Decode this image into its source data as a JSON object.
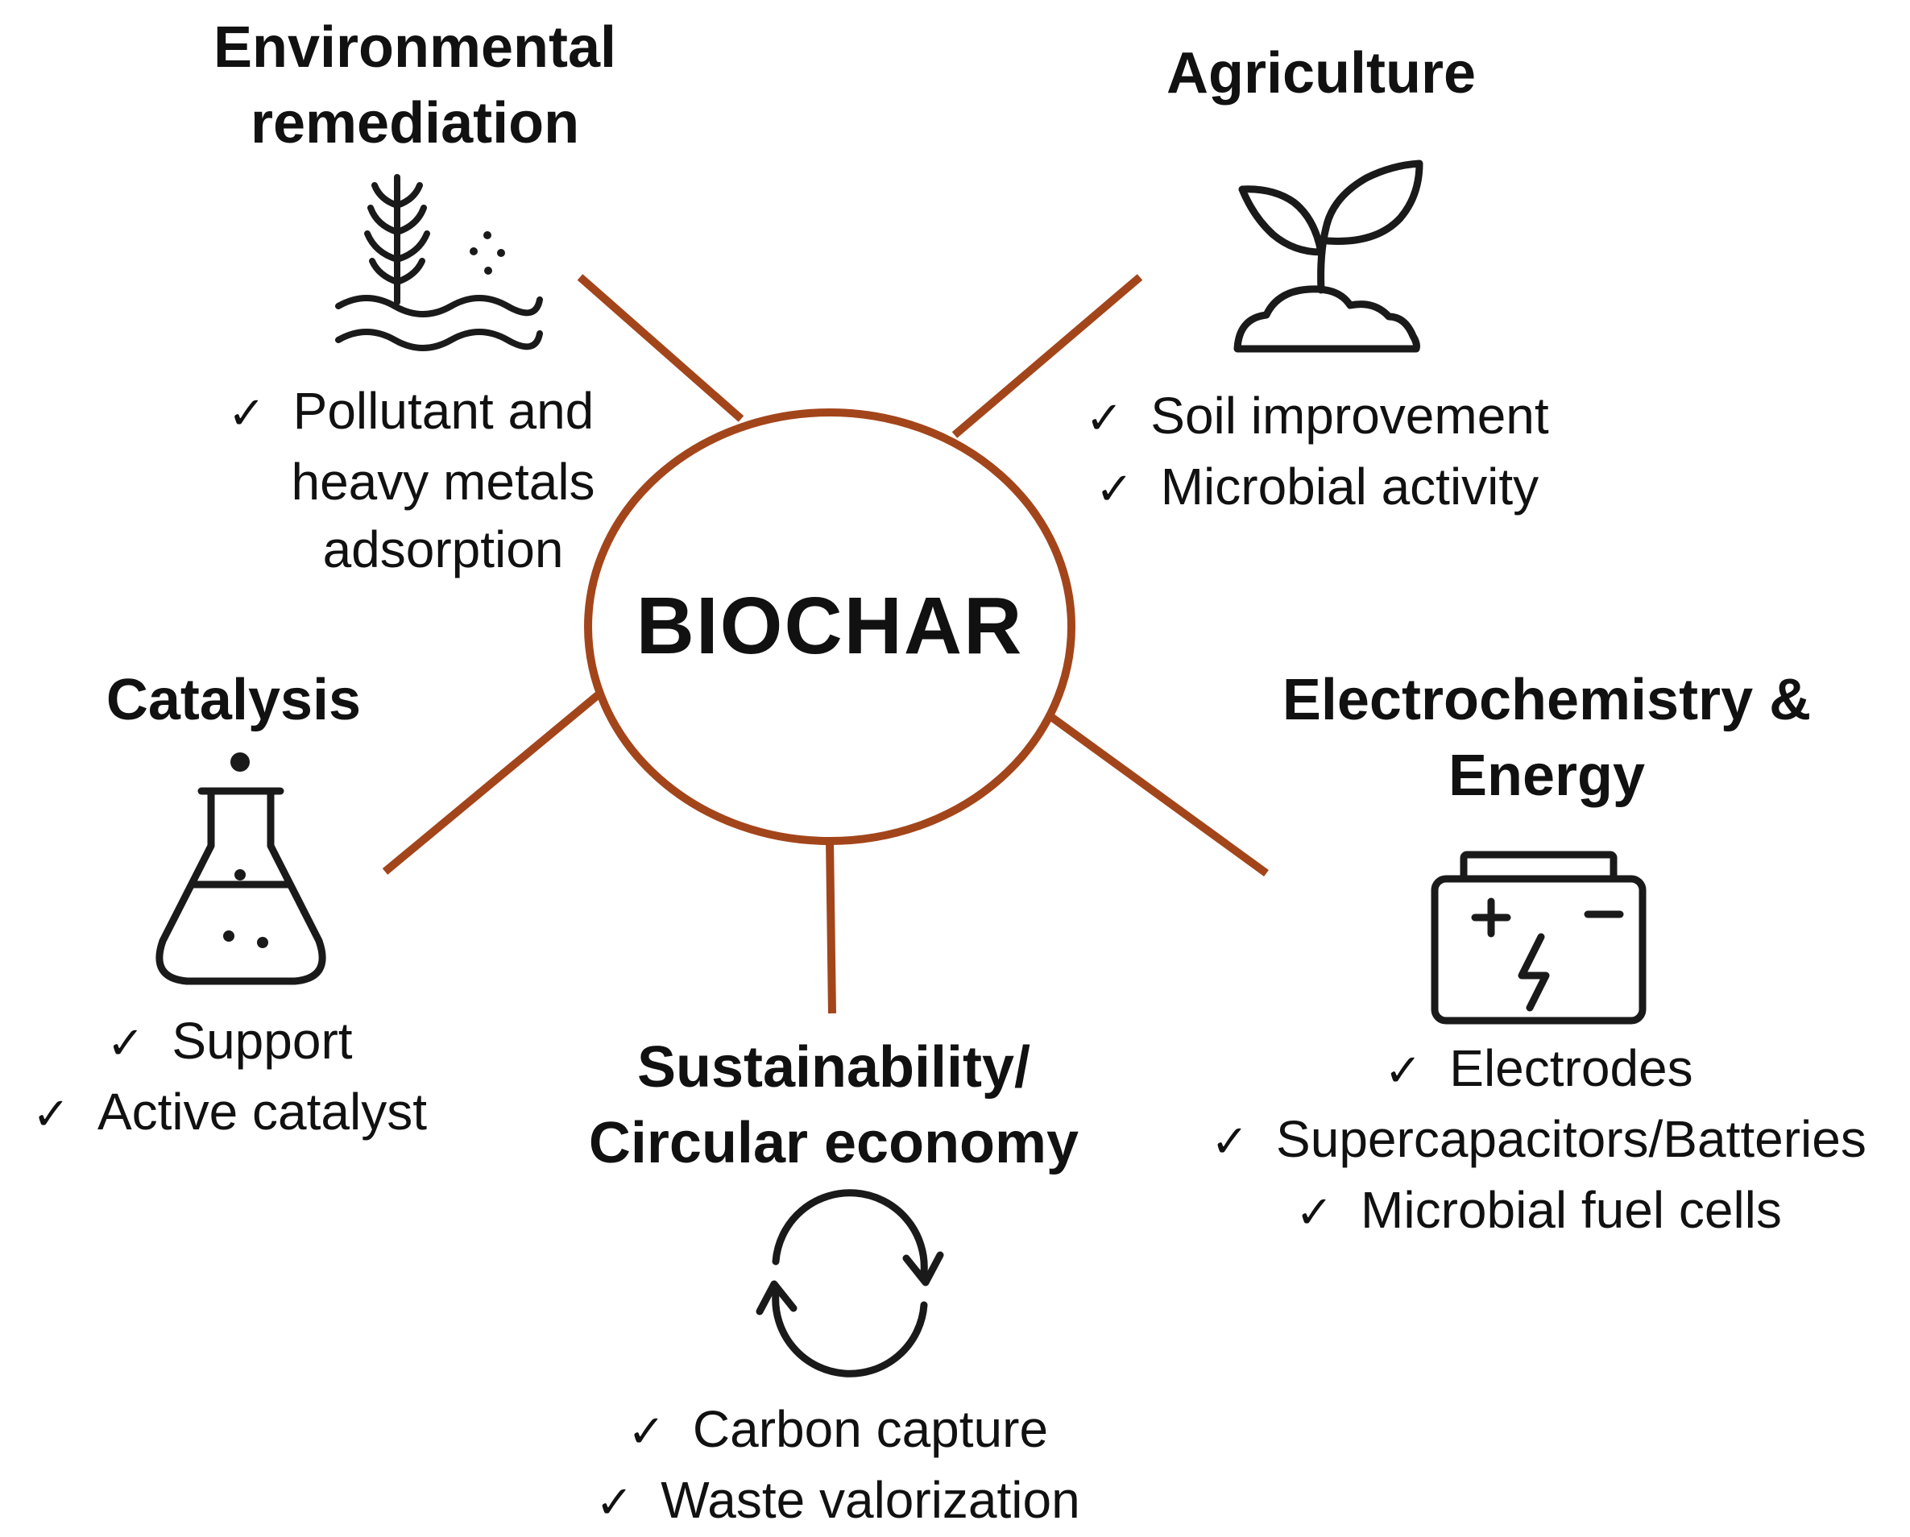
{
  "center": {
    "label": "BIOCHAR"
  },
  "check_symbol": "✓",
  "colors": {
    "connector": "#a3451b",
    "text": "#111111",
    "icon": "#1a1a1a"
  },
  "categories": [
    {
      "id": "environmental",
      "title_lines": [
        "Environmental",
        "remediation"
      ],
      "icon": "wetland-plant-icon",
      "items": [
        {
          "lines": [
            "Pollutant and",
            "heavy metals",
            "adsorption"
          ]
        }
      ]
    },
    {
      "id": "agriculture",
      "title_lines": [
        "Agriculture"
      ],
      "icon": "sprout-icon",
      "items": [
        {
          "lines": [
            "Soil improvement"
          ]
        },
        {
          "lines": [
            "Microbial activity"
          ]
        }
      ]
    },
    {
      "id": "catalysis",
      "title_lines": [
        "Catalysis"
      ],
      "icon": "flask-icon",
      "items": [
        {
          "lines": [
            "Support"
          ]
        },
        {
          "lines": [
            "Active catalyst"
          ]
        }
      ]
    },
    {
      "id": "electrochemistry",
      "title_lines": [
        "Electrochemistry &",
        "Energy"
      ],
      "icon": "battery-icon",
      "items": [
        {
          "lines": [
            "Electrodes"
          ]
        },
        {
          "lines": [
            "Supercapacitors/Batteries"
          ]
        },
        {
          "lines": [
            "Microbial fuel cells"
          ]
        }
      ]
    },
    {
      "id": "sustainability",
      "title_lines": [
        "Sustainability/",
        "Circular economy"
      ],
      "icon": "recycle-arrows-icon",
      "items": [
        {
          "lines": [
            "Carbon capture"
          ]
        },
        {
          "lines": [
            "Waste valorization"
          ]
        }
      ]
    }
  ]
}
